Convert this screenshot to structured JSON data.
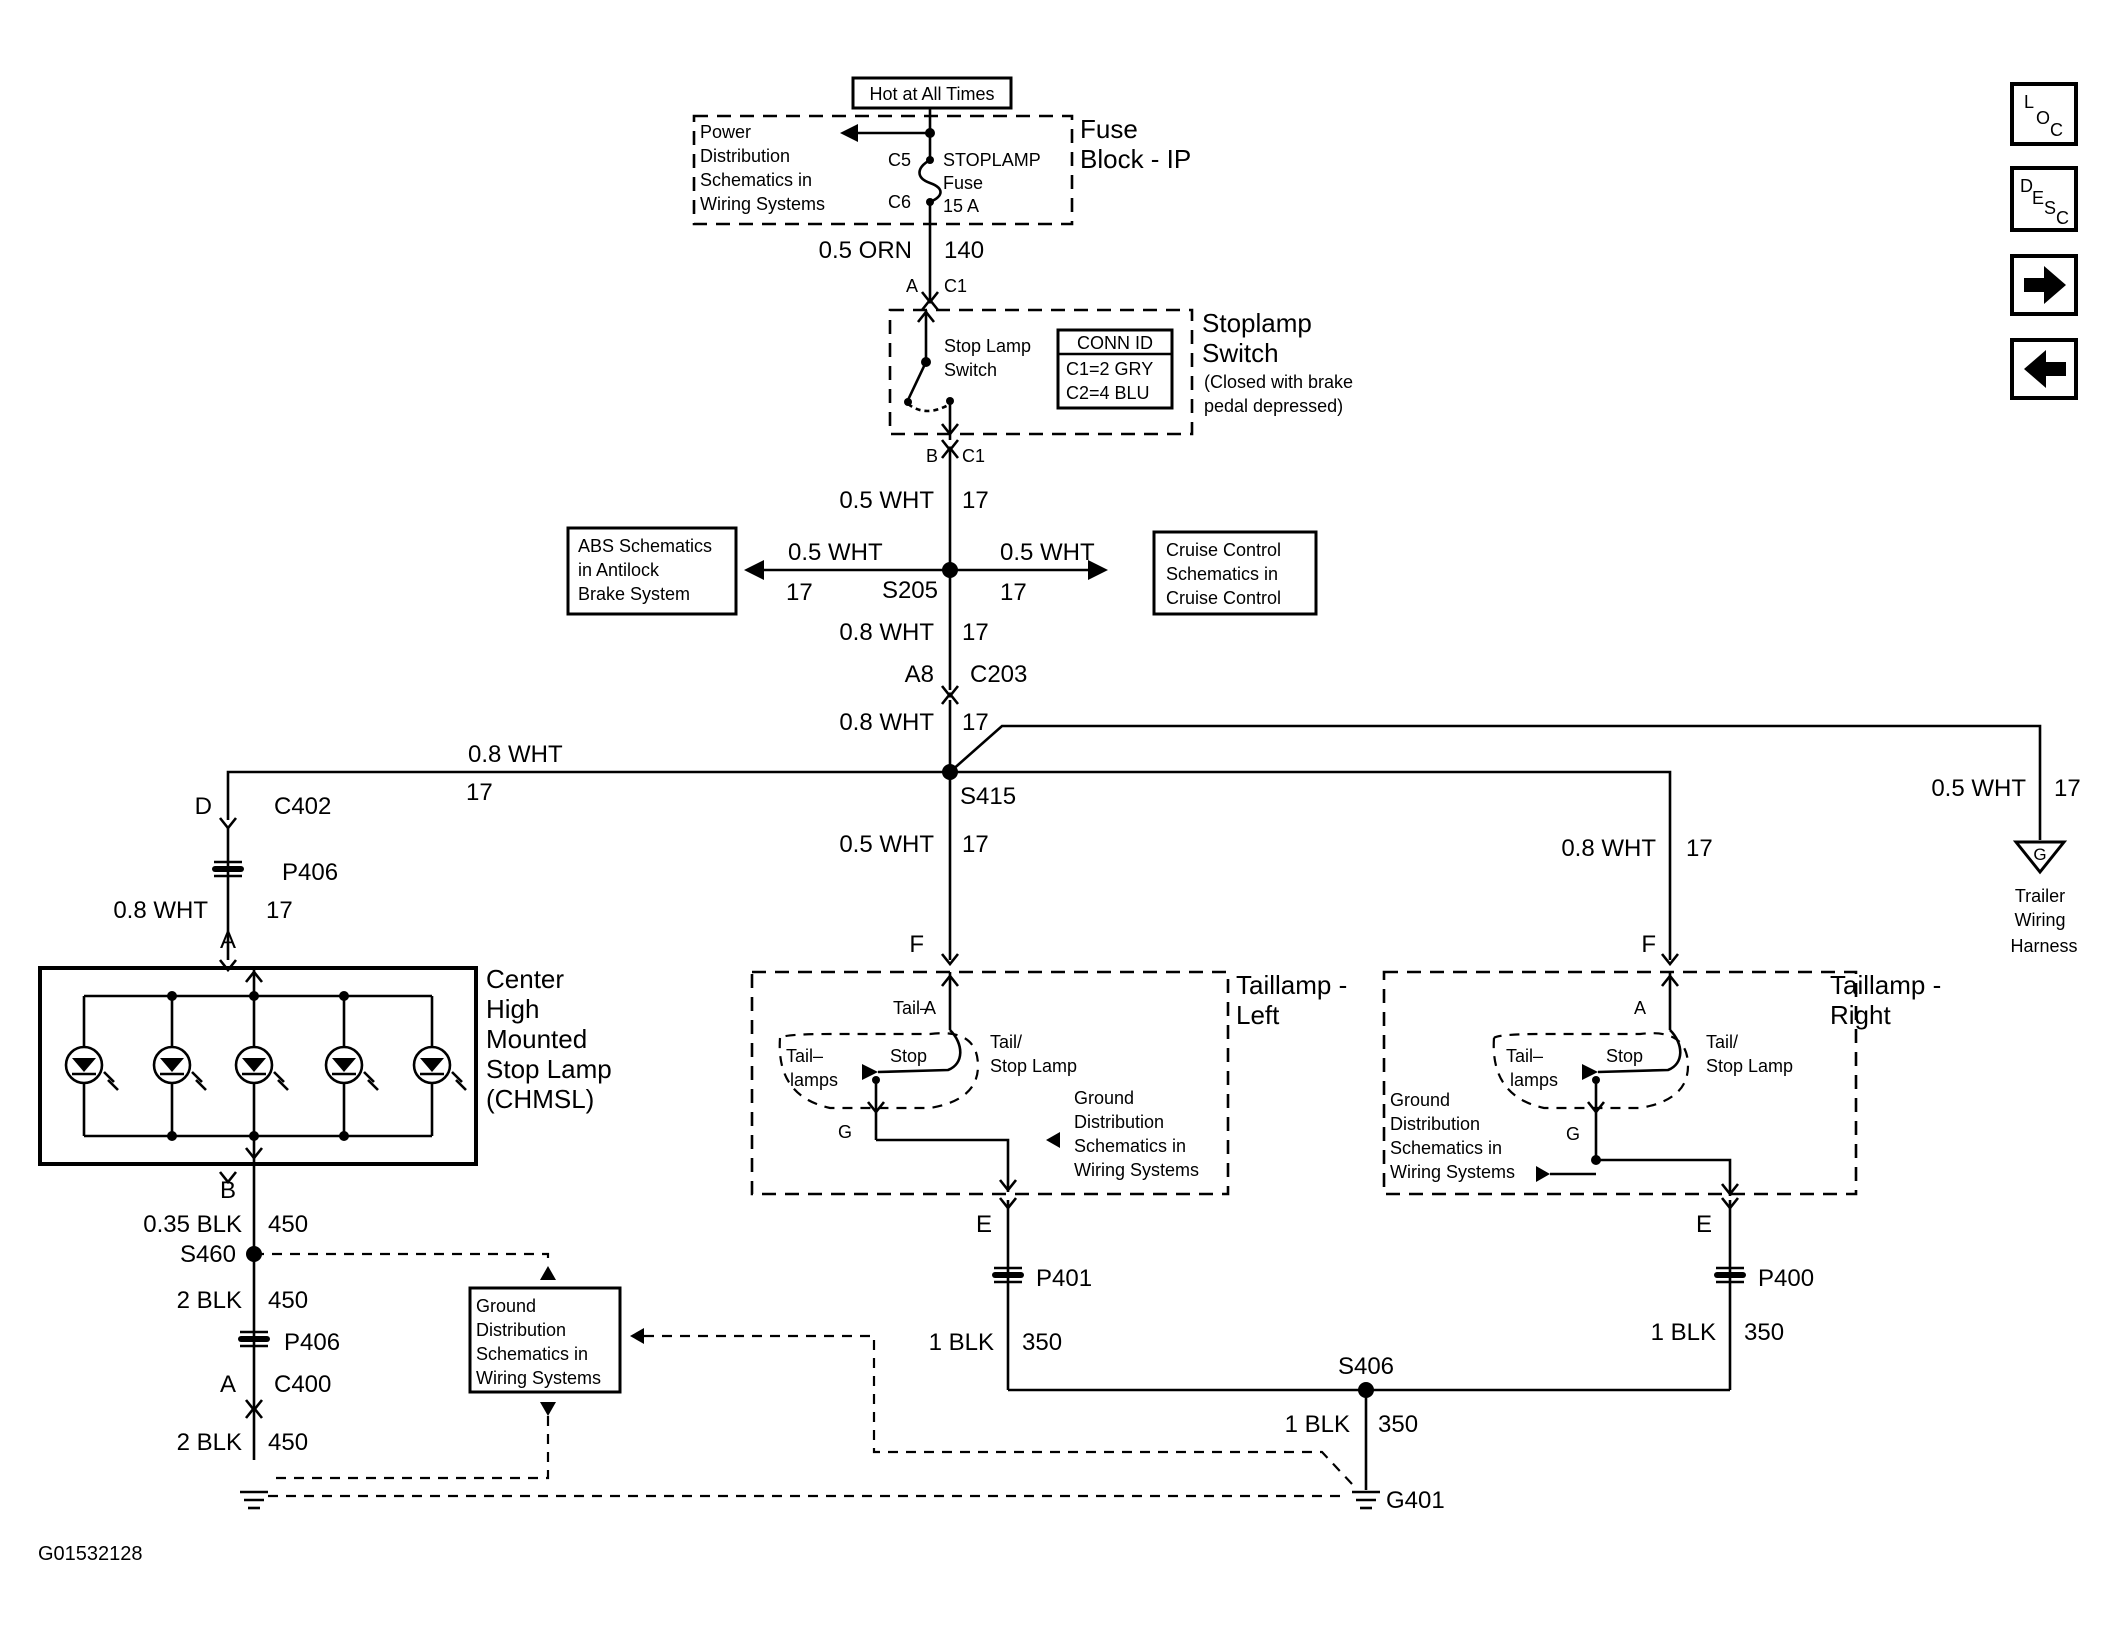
{
  "header": {
    "hot_at_all_times": "Hot at All Times"
  },
  "fuse_block": {
    "title_line1": "Fuse",
    "title_line2": "Block - IP",
    "pds_ref": [
      "Power",
      "Distribution",
      "Schematics in",
      "Wiring Systems"
    ],
    "c5": "C5",
    "c6": "C6",
    "fuse_label": [
      "STOPLAMP",
      "Fuse",
      "15 A"
    ]
  },
  "wires": {
    "orn_140": {
      "size_color": "0.5 ORN",
      "circuit": "140"
    },
    "wht17_stop": {
      "size_color": "0.5 WHT",
      "circuit": "17"
    },
    "wht17_abs": {
      "size_color": "0.5 WHT",
      "circuit": "17"
    },
    "wht17_cruise": {
      "size_color": "0.5 WHT",
      "circuit": "17"
    },
    "wht17_s205_down": {
      "size_color": "0.8 WHT",
      "circuit": "17"
    },
    "wht17_c203_down": {
      "size_color": "0.8 WHT",
      "circuit": "17"
    },
    "wht17_chmsl": {
      "size_color": "0.8 WHT",
      "circuit": "17"
    },
    "wht17_left": {
      "size_color": "0.5 WHT",
      "circuit": "17"
    },
    "wht17_right": {
      "size_color": "0.8 WHT",
      "circuit": "17"
    },
    "wht17_trailer": {
      "size_color": "0.5 WHT",
      "circuit": "17"
    },
    "wht17_p406": {
      "size_color": "0.8 WHT",
      "circuit": "17"
    },
    "blk450_a": {
      "size_color": "0.35 BLK",
      "circuit": "450"
    },
    "blk450_b": {
      "size_color": "2 BLK",
      "circuit": "450"
    },
    "blk450_c": {
      "size_color": "2 BLK",
      "circuit": "450"
    },
    "blk350_left": {
      "size_color": "1 BLK",
      "circuit": "350"
    },
    "blk350_right": {
      "size_color": "1 BLK",
      "circuit": "350"
    },
    "blk350_g401": {
      "size_color": "1 BLK",
      "circuit": "350"
    }
  },
  "connectors": {
    "c1_a": {
      "pin": "A",
      "id": "C1"
    },
    "c1_b": {
      "pin": "B",
      "id": "C1"
    },
    "c203": {
      "pin": "A8",
      "id": "C203"
    },
    "c402": {
      "pin": "D",
      "id": "C402"
    },
    "chmsl_a": "A",
    "chmsl_b": "B",
    "c400": {
      "pin": "A",
      "id": "C400"
    },
    "left_f": "F",
    "right_f": "F",
    "left_a": "A",
    "right_a": "A",
    "left_g": "G",
    "right_g": "G",
    "left_e": "E",
    "right_e": "E",
    "trailer_g": "G"
  },
  "splices": {
    "s205": "S205",
    "s415": "S415",
    "s460": "S460",
    "s406": "S406"
  },
  "inline": {
    "p406_top": "P406",
    "p406_bottom": "P406",
    "p401": "P401",
    "p400": "P400"
  },
  "ground": {
    "g401": "G401"
  },
  "stoplamp_switch": {
    "title": [
      "Stoplamp",
      "Switch"
    ],
    "note": [
      "(Closed with brake",
      "pedal depressed)"
    ],
    "inner": [
      "Stop Lamp",
      "Switch"
    ],
    "conn_id_header": "CONN ID",
    "conn_id_rows": [
      "C1=2 GRY",
      "C2=4 BLU"
    ]
  },
  "abs_ref": [
    "ABS Schematics",
    "in Antilock",
    "Brake System"
  ],
  "cruise_ref": [
    "Cruise Control",
    "Schematics in",
    "Cruise Control"
  ],
  "chmsl": {
    "title": [
      "Center",
      "High",
      "Mounted",
      "Stop Lamp",
      "(CHMSL)"
    ]
  },
  "taillamp_left": {
    "title": [
      "Taillamp -",
      "Left"
    ],
    "tail_label": [
      "Tail–",
      "lamps"
    ],
    "stop_label": "Stop",
    "tail_stop": [
      "Tail/",
      "Stop Lamp"
    ],
    "ground_ref": [
      "Ground",
      "Distribution",
      "Schematics in",
      "Wiring Systems"
    ]
  },
  "taillamp_right": {
    "title": [
      "Taillamp -",
      "Right"
    ],
    "tail_label": [
      "Tail–",
      "lamps"
    ],
    "stop_label": "Stop",
    "tail_stop": [
      "Tail/",
      "Stop Lamp"
    ],
    "ground_ref": [
      "Ground",
      "Distribution",
      "Schematics in",
      "Wiring Systems"
    ]
  },
  "ground_ref_main": [
    "Ground",
    "Distribution",
    "Schematics in",
    "Wiring Systems"
  ],
  "trailer": [
    "Trailer",
    "Wiring",
    "Harness"
  ],
  "figure_id": "G01532128",
  "nav": {
    "loc": {
      "l1": "L",
      "l2": "O",
      "l3": "C"
    },
    "desc": {
      "l1": "D",
      "l2": "E",
      "l3": "S",
      "l4": "C"
    },
    "forward_icon": "arrow-right-icon",
    "back_icon": "arrow-left-icon"
  }
}
